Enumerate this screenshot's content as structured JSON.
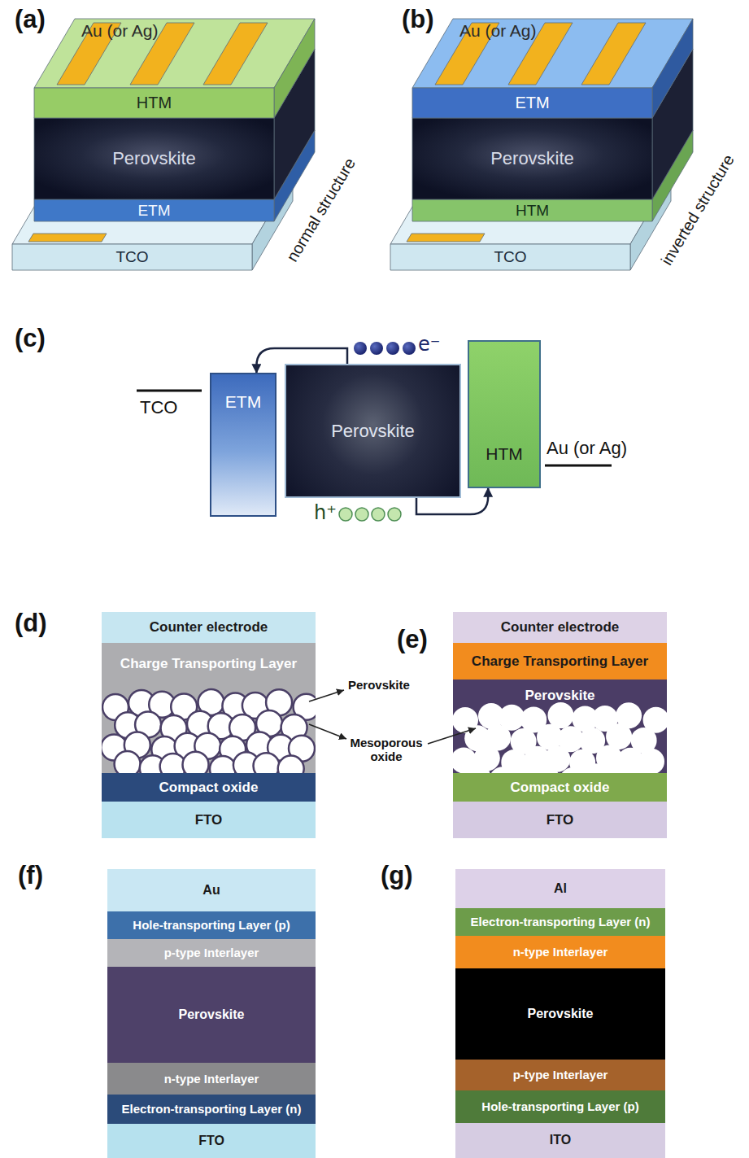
{
  "diagram": {
    "nodes": [
      {
        "text": [
          "HTM"
        ]
      },
      {
        "text": [
          "Perovskite"
        ]
      },
      {
        "text": [
          "ETM"
        ]
      },
      {
        "text": [
          "TCO"
        ]
      },
      {
        "text": [
          "ETM"
        ]
      },
      {
        "text": [
          "Perovskite"
        ]
      },
      {
        "text": [
          "HTM"
        ]
      },
      {
        "text": [
          "TCO"
        ]
      },
      {
        "text": [
          "ETM"
        ]
      },
      {
        "text": [
          "Perovskite"
        ]
      },
      {
        "text": [
          "HTM"
        ]
      },
      {
        "text": [
          "Counter electrode"
        ]
      },
      {
        "text": [
          "Charge Transporting Layer"
        ]
      },
      {
        "text": [
          "Compact oxide"
        ]
      },
      {
        "text": [
          "FTO"
        ]
      },
      {
        "text": [
          "Counter electrode"
        ]
      },
      {
        "text": [
          "Charge Transporting Layer"
        ]
      },
      {
        "text": [
          "Perovskite"
        ]
      },
      {
        "text": [
          "Compact oxide"
        ]
      },
      {
        "text": [
          "FTO"
        ]
      },
      {
        "text": [
          "Au"
        ]
      },
      {
        "text": [
          "Hole-transporting Layer (p)"
        ]
      },
      {
        "text": [
          "p-type Interlayer"
        ]
      },
      {
        "text": [
          "Perovskite"
        ]
      },
      {
        "text": [
          "n-type Interlayer"
        ]
      },
      {
        "text": [
          "Electron-transporting Layer (n)"
        ]
      },
      {
        "text": [
          "FTO"
        ]
      },
      {
        "text": [
          "Al"
        ]
      },
      {
        "text": [
          "Electron-transporting Layer (n)"
        ]
      },
      {
        "text": [
          "n-type Interlayer"
        ]
      },
      {
        "text": [
          "Perovskite"
        ]
      },
      {
        "text": [
          "p-type Interlayer"
        ]
      },
      {
        "text": [
          "Hole-transporting Layer (p)"
        ]
      },
      {
        "text": [
          "ITO"
        ]
      }
    ],
    "edges": [
      {
        "from": 9,
        "to": 8,
        "arrow": "to"
      },
      {
        "from": 9,
        "to": 10,
        "arrow": "to"
      }
    ],
    "labels": [
      "(a)",
      "Au (or Ag)",
      "normal structure",
      "(b)",
      "Au (or Ag)",
      "inverted structure",
      "(c)",
      "e⁻",
      "h⁺",
      "TCO",
      "Au (or Ag)",
      "(d)",
      "Perovskite",
      "Mesoporous oxide",
      "(e)",
      "(f)",
      "(g)"
    ]
  }
}
